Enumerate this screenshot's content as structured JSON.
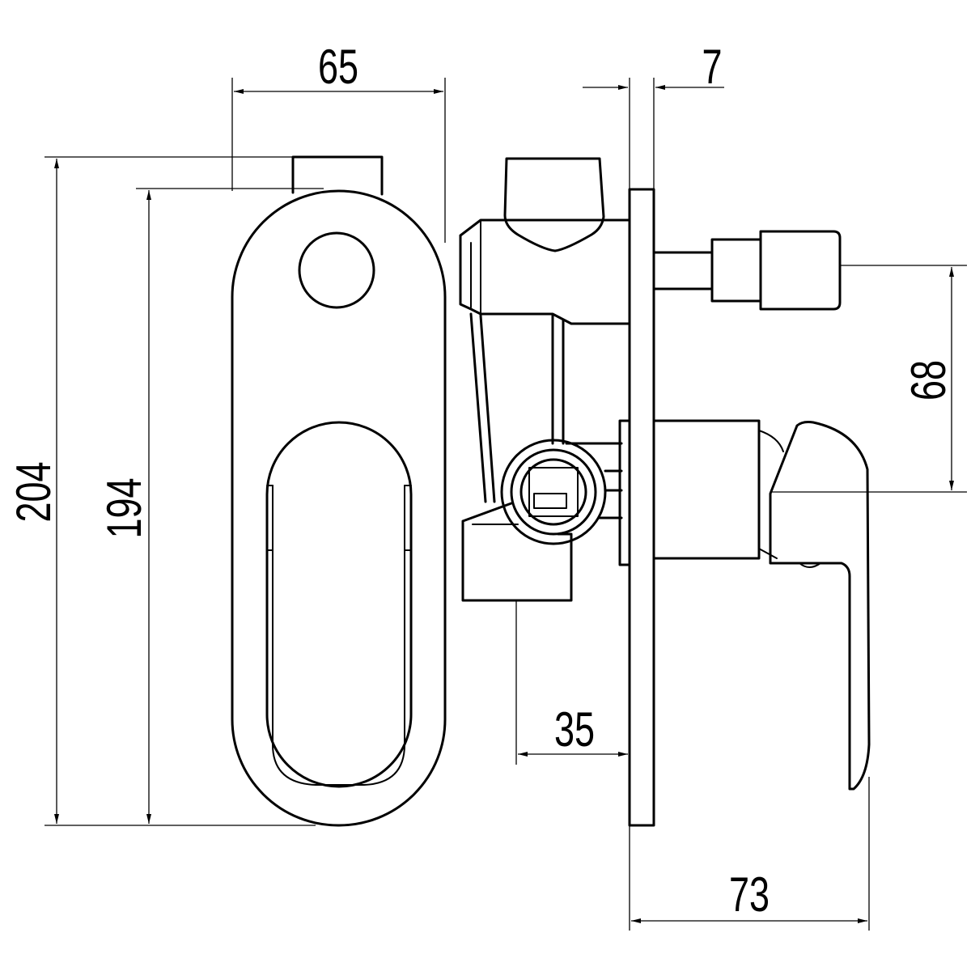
{
  "dimensions": {
    "width_front": "65",
    "plate_thickness": "7",
    "height_outer": "204",
    "height_inner": "194",
    "inlet_offset": "68",
    "body_depth": "35",
    "handle_projection": "73"
  },
  "colors": {
    "line": "#000000",
    "background": "#ffffff"
  }
}
